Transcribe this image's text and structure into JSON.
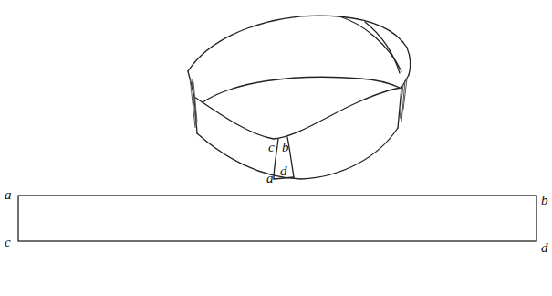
{
  "diagram": {
    "labels": [
      "c",
      "b",
      "a",
      "d",
      "a",
      "b",
      "c",
      "d"
    ]
  }
}
